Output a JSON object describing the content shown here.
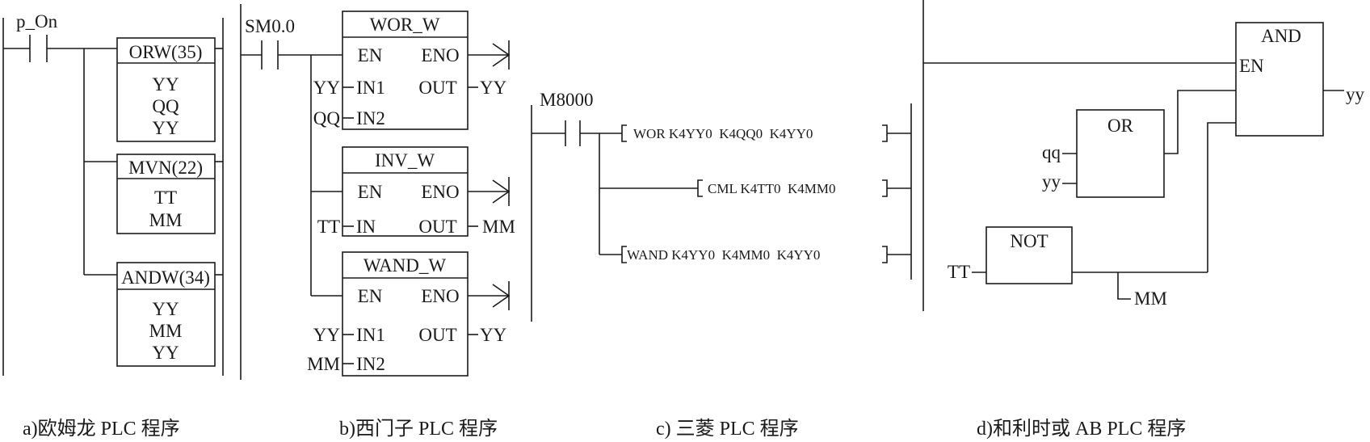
{
  "panel_a": {
    "contact": "p_On",
    "blocks": [
      {
        "name": "ORW(35)",
        "operands": [
          "YY",
          "QQ",
          "YY"
        ]
      },
      {
        "name": "MVN(22)",
        "operands": [
          "TT",
          "MM"
        ]
      },
      {
        "name": "ANDW(34)",
        "operands": [
          "YY",
          "MM",
          "YY"
        ]
      }
    ],
    "caption": "a)欧姆龙 PLC 程序"
  },
  "panel_b": {
    "contact": "SM0.0",
    "blocks": [
      {
        "name": "WOR_W",
        "en": "EN",
        "eno": "ENO",
        "in1": "IN1",
        "in2": "IN2",
        "out": "OUT",
        "src1": "YY",
        "src2": "QQ",
        "dst": "YY"
      },
      {
        "name": "INV_W",
        "en": "EN",
        "eno": "ENO",
        "in": "IN",
        "out": "OUT",
        "src": "TT",
        "dst": "MM"
      },
      {
        "name": "WAND_W",
        "en": "EN",
        "eno": "ENO",
        "in1": "IN1",
        "in2": "IN2",
        "out": "OUT",
        "src1": "YY",
        "src2": "MM",
        "dst": "YY"
      }
    ],
    "caption": "b)西门子 PLC 程序"
  },
  "panel_c": {
    "contact": "M8000",
    "instructions": [
      "WOR K4YY0  K4QQ0  K4YY0",
      "CML K4TT0  K4MM0",
      "WAND K4YY0  K4MM0  K4YY0"
    ],
    "caption": "c) 三菱 PLC 程序"
  },
  "panel_d": {
    "and_block": {
      "name": "AND",
      "en": "EN",
      "output": "yy"
    },
    "or_block": {
      "name": "OR",
      "inputs": [
        "qq",
        "yy"
      ]
    },
    "not_block": {
      "name": "NOT",
      "input": "TT",
      "output": "MM"
    },
    "caption": "d)和利时或 AB PLC 程序"
  }
}
